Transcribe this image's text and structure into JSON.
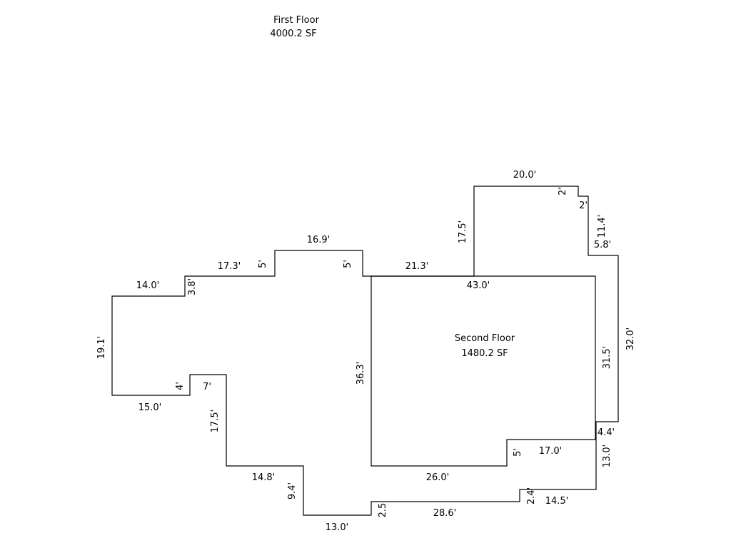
{
  "first_floor": {
    "title": "First Floor",
    "area": "4000.2 SF"
  },
  "second_floor": {
    "title": "Second Floor",
    "area": "1480.2 SF"
  },
  "dimensions": {
    "top_right_width": "20.0'",
    "notch_a": "2'",
    "notch_b": "2'",
    "right_upper_height": "11.4'",
    "right_jog": "5.8'",
    "right_outer_height": "32.0'",
    "right_step": "4.4'",
    "right_lower_height": "13.0'",
    "bottom_right_run": "14.5'",
    "bottom_small_rise": "2.4'",
    "bottom_long_run": "28.6'",
    "bottom_step": "2.5",
    "bottom_left_run": "13.0'",
    "lower_left_rise": "9.4'",
    "lower_left_run": "14.8'",
    "left_wing_height": "17.5'",
    "small_jog": "7'",
    "small_rise": "4'",
    "left_bottom": "15.0'",
    "left_height": "19.1'",
    "left_top": "14.0'",
    "left_top_rise": "3.8'",
    "upper_run": "17.3'",
    "bump_left_rise": "5'",
    "bump_width": "16.9'",
    "bump_right_rise": "5'",
    "mid_run": "21.3'",
    "tower_height": "17.5'",
    "second_top": "43.0'",
    "second_left": "36.3'",
    "second_right": "31.5'",
    "second_bottom": "26.0'",
    "second_notch": "5'",
    "second_notch_run": "17.0'"
  }
}
